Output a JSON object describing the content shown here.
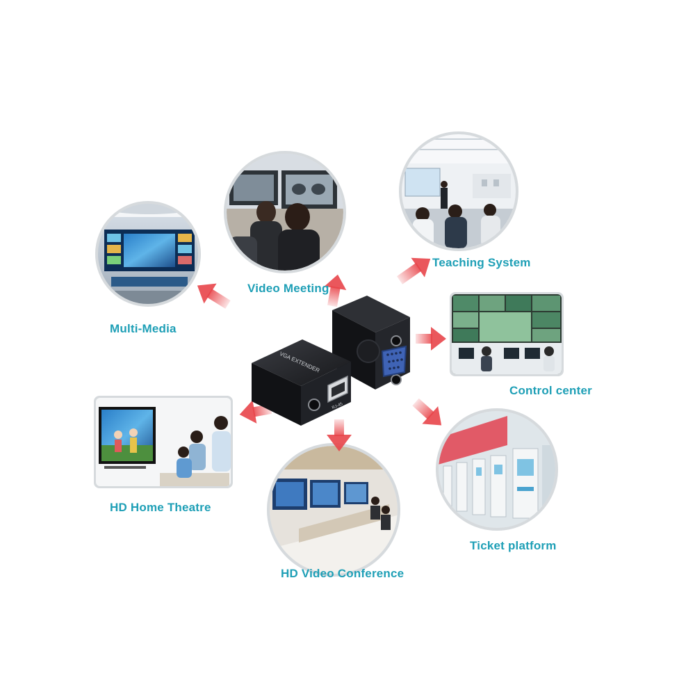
{
  "colors": {
    "label": "#1e9fb6",
    "arrow": "#e8454a",
    "device_body": "#1b1c20",
    "device_face": "#2c2e33",
    "vga_blue": "#3f63b5",
    "frame": "#d6dadd"
  },
  "device": {
    "front_label": "VGA EXTENDER",
    "port_label": "RJ-45"
  },
  "applications": [
    {
      "id": "multimedia",
      "label": "Multi-Media"
    },
    {
      "id": "video-meeting",
      "label": "Video Meeting"
    },
    {
      "id": "teaching",
      "label": "Teaching System"
    },
    {
      "id": "control",
      "label": "Control center"
    },
    {
      "id": "home-theatre",
      "label": "HD Home Theatre"
    },
    {
      "id": "conference",
      "label": "HD Video Conference"
    },
    {
      "id": "ticket",
      "label": "Ticket platform"
    }
  ]
}
